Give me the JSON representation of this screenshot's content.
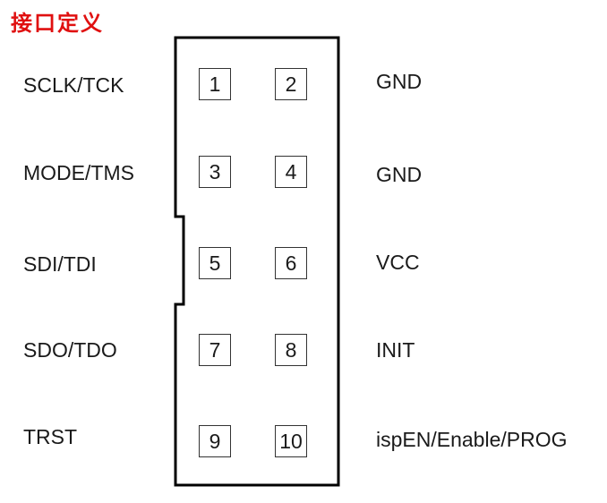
{
  "title": "接口定义",
  "pins": [
    {
      "number": "1",
      "signal": "SCLK/TCK"
    },
    {
      "number": "2",
      "signal": "GND"
    },
    {
      "number": "3",
      "signal": "MODE/TMS"
    },
    {
      "number": "4",
      "signal": "GND"
    },
    {
      "number": "5",
      "signal": "SDI/TDI"
    },
    {
      "number": "6",
      "signal": "VCC"
    },
    {
      "number": "7",
      "signal": "SDO/TDO"
    },
    {
      "number": "8",
      "signal": "INIT"
    },
    {
      "number": "9",
      "signal": "TRST"
    },
    {
      "number": "10",
      "signal": "ispEN/Enable/PROG"
    }
  ],
  "colors": {
    "title": "#e01010",
    "outline": "#000000",
    "text": "#1a1a1a"
  }
}
